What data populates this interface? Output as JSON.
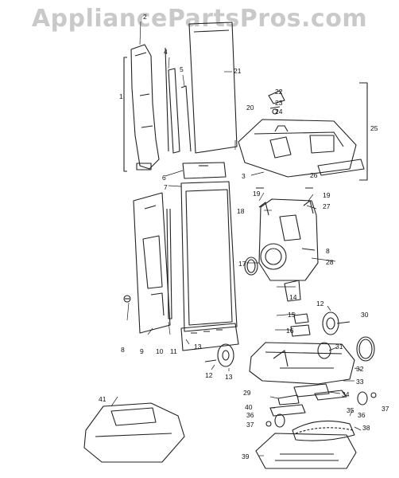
{
  "watermark": "AppliancePartsPros.com",
  "callouts": [
    "1",
    "2",
    "3",
    "4",
    "5",
    "6",
    "7",
    "8",
    "8",
    "9",
    "10",
    "11",
    "12",
    "12",
    "13",
    "13",
    "14",
    "15",
    "16",
    "17",
    "18",
    "19",
    "19",
    "20",
    "21",
    "22",
    "23",
    "24",
    "25",
    "26",
    "27",
    "28",
    "29",
    "30",
    "31",
    "32",
    "33",
    "34",
    "35",
    "36",
    "36",
    "37",
    "37",
    "38",
    "39",
    "40",
    "41"
  ]
}
